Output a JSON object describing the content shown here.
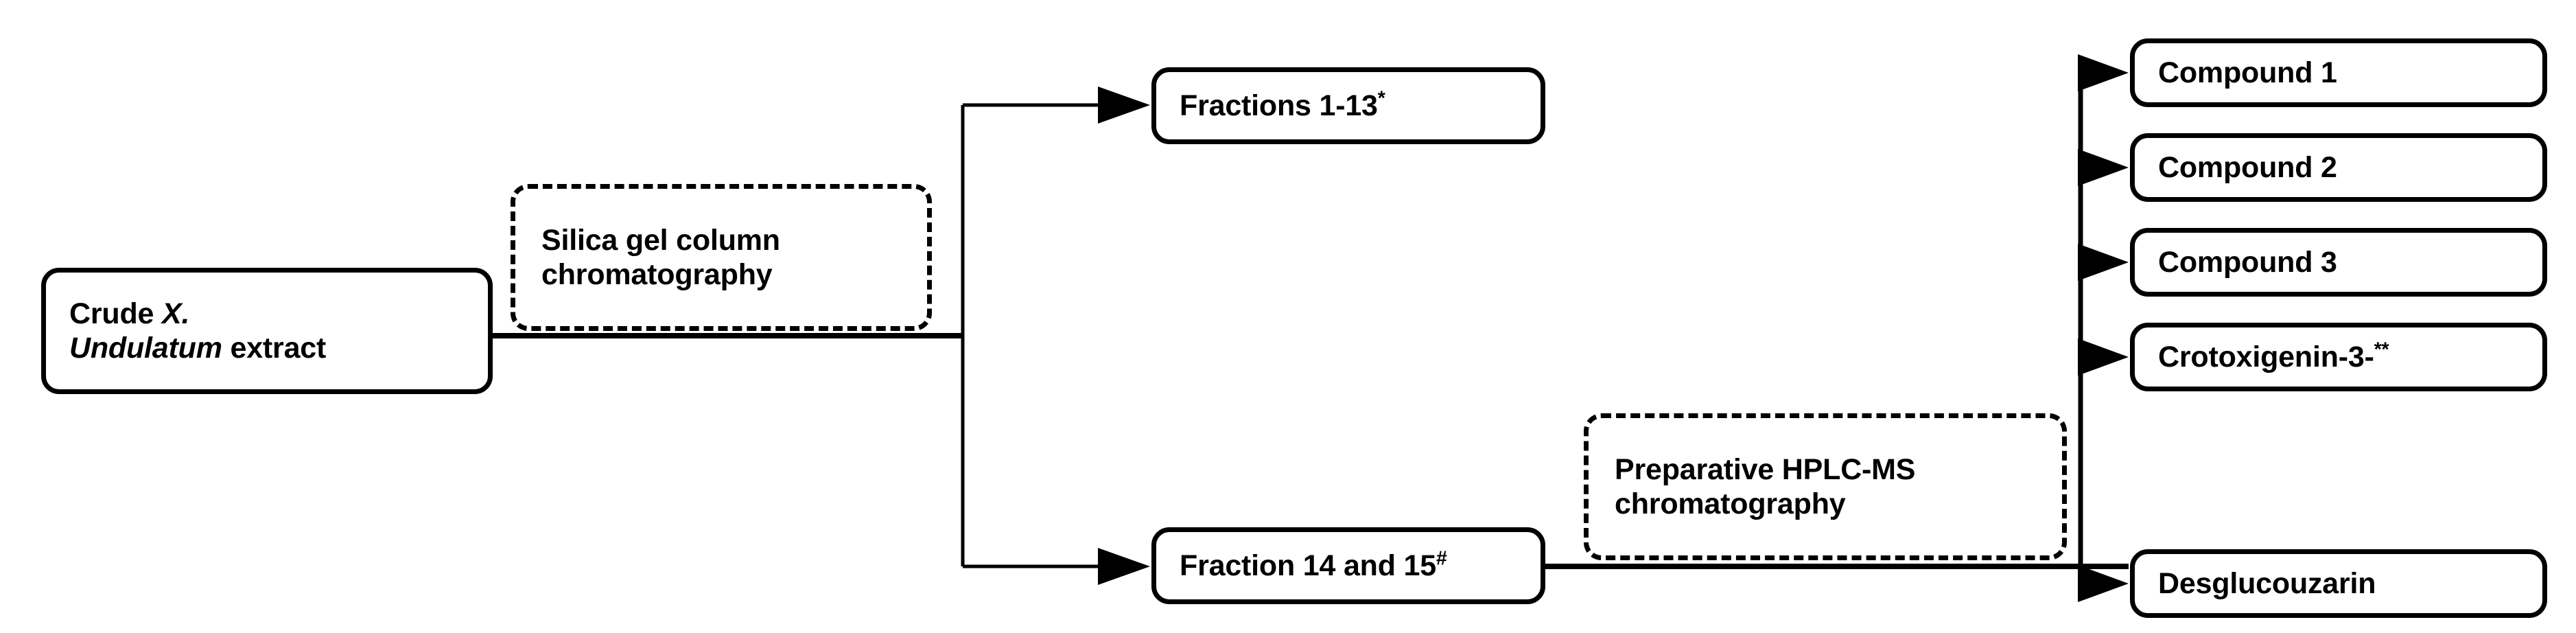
{
  "figure": {
    "type": "flowchart",
    "title": "Isolation workflow of compounds from Crude X. Undulatum extract",
    "background_color": "#ffffff",
    "line_color": "#000000",
    "text_color": "#000000"
  },
  "nodes": {
    "crude": {
      "id": "crude-extract",
      "style": "solid",
      "line1_prefix": "Crude ",
      "line1_italic": "X.",
      "line2_italic": "Undulatum",
      "line2_suffix": " extract",
      "plain_text": "Crude X. Undulatum extract"
    },
    "silica": {
      "id": "silica-gel-column-chromatography",
      "style": "dashed",
      "line1": "Silica gel column",
      "line2": "chromatography",
      "plain_text": "Silica gel column chromatography"
    },
    "fractions_1_13": {
      "id": "fractions-1-13",
      "style": "solid",
      "text": "Fractions 1-13",
      "marker": "*",
      "plain_text": "Fractions 1-13*"
    },
    "fraction_14_15": {
      "id": "fraction-14-and-15",
      "style": "solid",
      "text": "Fraction 14 and 15",
      "marker": "#",
      "plain_text": "Fraction 14 and 15#"
    },
    "hplc": {
      "id": "preparative-hplc-ms-chromatography",
      "style": "dashed",
      "line1": "Preparative HPLC-MS",
      "line2": "chromatography",
      "plain_text": "Preparative HPLC-MS chromatography"
    },
    "compound1": {
      "id": "compound-1",
      "style": "solid",
      "text": "Compound 1",
      "marker": ""
    },
    "compound2": {
      "id": "compound-2",
      "style": "solid",
      "text": "Compound 2",
      "marker": ""
    },
    "compound3": {
      "id": "compound-3",
      "style": "solid",
      "text": "Compound 3",
      "marker": ""
    },
    "crotoxigenin": {
      "id": "crotoxigenin-3",
      "style": "solid",
      "text": "Crotoxigenin-3-",
      "marker": "**",
      "plain_text": "Crotoxigenin-3-**"
    },
    "desglucouzarin": {
      "id": "desglucouzarin",
      "style": "solid",
      "text": "Desglucouzarin",
      "marker": ""
    }
  },
  "edges": [
    {
      "from": "crude",
      "to": "fractions_1_13",
      "via": "silica",
      "arrow": "filled-triangle"
    },
    {
      "from": "crude",
      "to": "fraction_14_15",
      "via": "silica",
      "arrow": "filled-triangle"
    },
    {
      "from": "fraction_14_15",
      "to": "compound1",
      "via": "hplc",
      "arrow": "filled-triangle"
    },
    {
      "from": "fraction_14_15",
      "to": "compound2",
      "via": "hplc",
      "arrow": "filled-triangle"
    },
    {
      "from": "fraction_14_15",
      "to": "compound3",
      "via": "hplc",
      "arrow": "filled-triangle"
    },
    {
      "from": "fraction_14_15",
      "to": "crotoxigenin",
      "via": "hplc",
      "arrow": "filled-triangle"
    },
    {
      "from": "fraction_14_15",
      "to": "desglucouzarin",
      "via": "hplc",
      "arrow": "filled-triangle"
    }
  ]
}
